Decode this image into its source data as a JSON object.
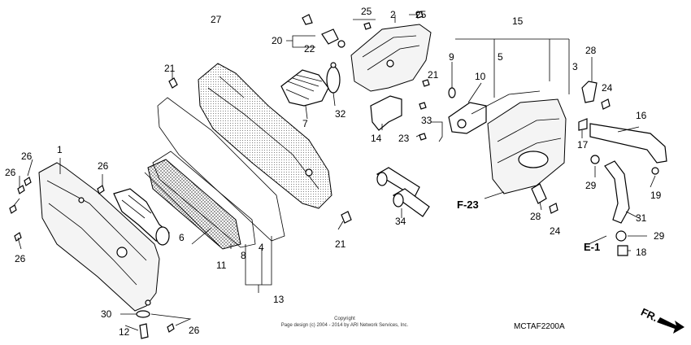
{
  "diagram": {
    "callouts": [
      {
        "id": "c27",
        "text": "27"
      },
      {
        "id": "c25a",
        "text": "25"
      },
      {
        "id": "c2",
        "text": "2"
      },
      {
        "id": "c25b",
        "text": "25"
      },
      {
        "id": "c15",
        "text": "15"
      },
      {
        "id": "c20",
        "text": "20"
      },
      {
        "id": "c22",
        "text": "22"
      },
      {
        "id": "c9",
        "text": "9"
      },
      {
        "id": "c5",
        "text": "5"
      },
      {
        "id": "c3",
        "text": "3"
      },
      {
        "id": "c28a",
        "text": "28"
      },
      {
        "id": "c21a",
        "text": "21"
      },
      {
        "id": "c21b",
        "text": "21"
      },
      {
        "id": "c10",
        "text": "10"
      },
      {
        "id": "c24a",
        "text": "24"
      },
      {
        "id": "c32",
        "text": "32"
      },
      {
        "id": "c7",
        "text": "7"
      },
      {
        "id": "c33",
        "text": "33"
      },
      {
        "id": "c16",
        "text": "16"
      },
      {
        "id": "c14",
        "text": "14"
      },
      {
        "id": "c23",
        "text": "23"
      },
      {
        "id": "c17",
        "text": "17"
      },
      {
        "id": "c1",
        "text": "1"
      },
      {
        "id": "c26a",
        "text": "26"
      },
      {
        "id": "c26b",
        "text": "26"
      },
      {
        "id": "c26c",
        "text": "26"
      },
      {
        "id": "c29a",
        "text": "29"
      },
      {
        "id": "c19",
        "text": "19"
      },
      {
        "id": "c34",
        "text": "34"
      },
      {
        "id": "c28b",
        "text": "28"
      },
      {
        "id": "c6",
        "text": "6"
      },
      {
        "id": "c24b",
        "text": "24"
      },
      {
        "id": "c31",
        "text": "31"
      },
      {
        "id": "c21c",
        "text": "21"
      },
      {
        "id": "c29b",
        "text": "29"
      },
      {
        "id": "c26d",
        "text": "26"
      },
      {
        "id": "c11",
        "text": "11"
      },
      {
        "id": "c8",
        "text": "8"
      },
      {
        "id": "c4",
        "text": "4"
      },
      {
        "id": "c18",
        "text": "18"
      },
      {
        "id": "c13",
        "text": "13"
      },
      {
        "id": "c30",
        "text": "30"
      },
      {
        "id": "c12",
        "text": "12"
      },
      {
        "id": "c26e",
        "text": "26"
      }
    ],
    "refs": {
      "f23": "F-23",
      "e1": "E-1",
      "fr": "FR."
    },
    "copyright_line1": "Copyright",
    "copyright_line2": "Page design (c) 2004 - 2014 by ARI Network Services, Inc.",
    "diagram_code": "MCTAF2200A",
    "colors": {
      "line": "#000000",
      "background": "#ffffff",
      "shade": "#f4f4f4"
    }
  }
}
